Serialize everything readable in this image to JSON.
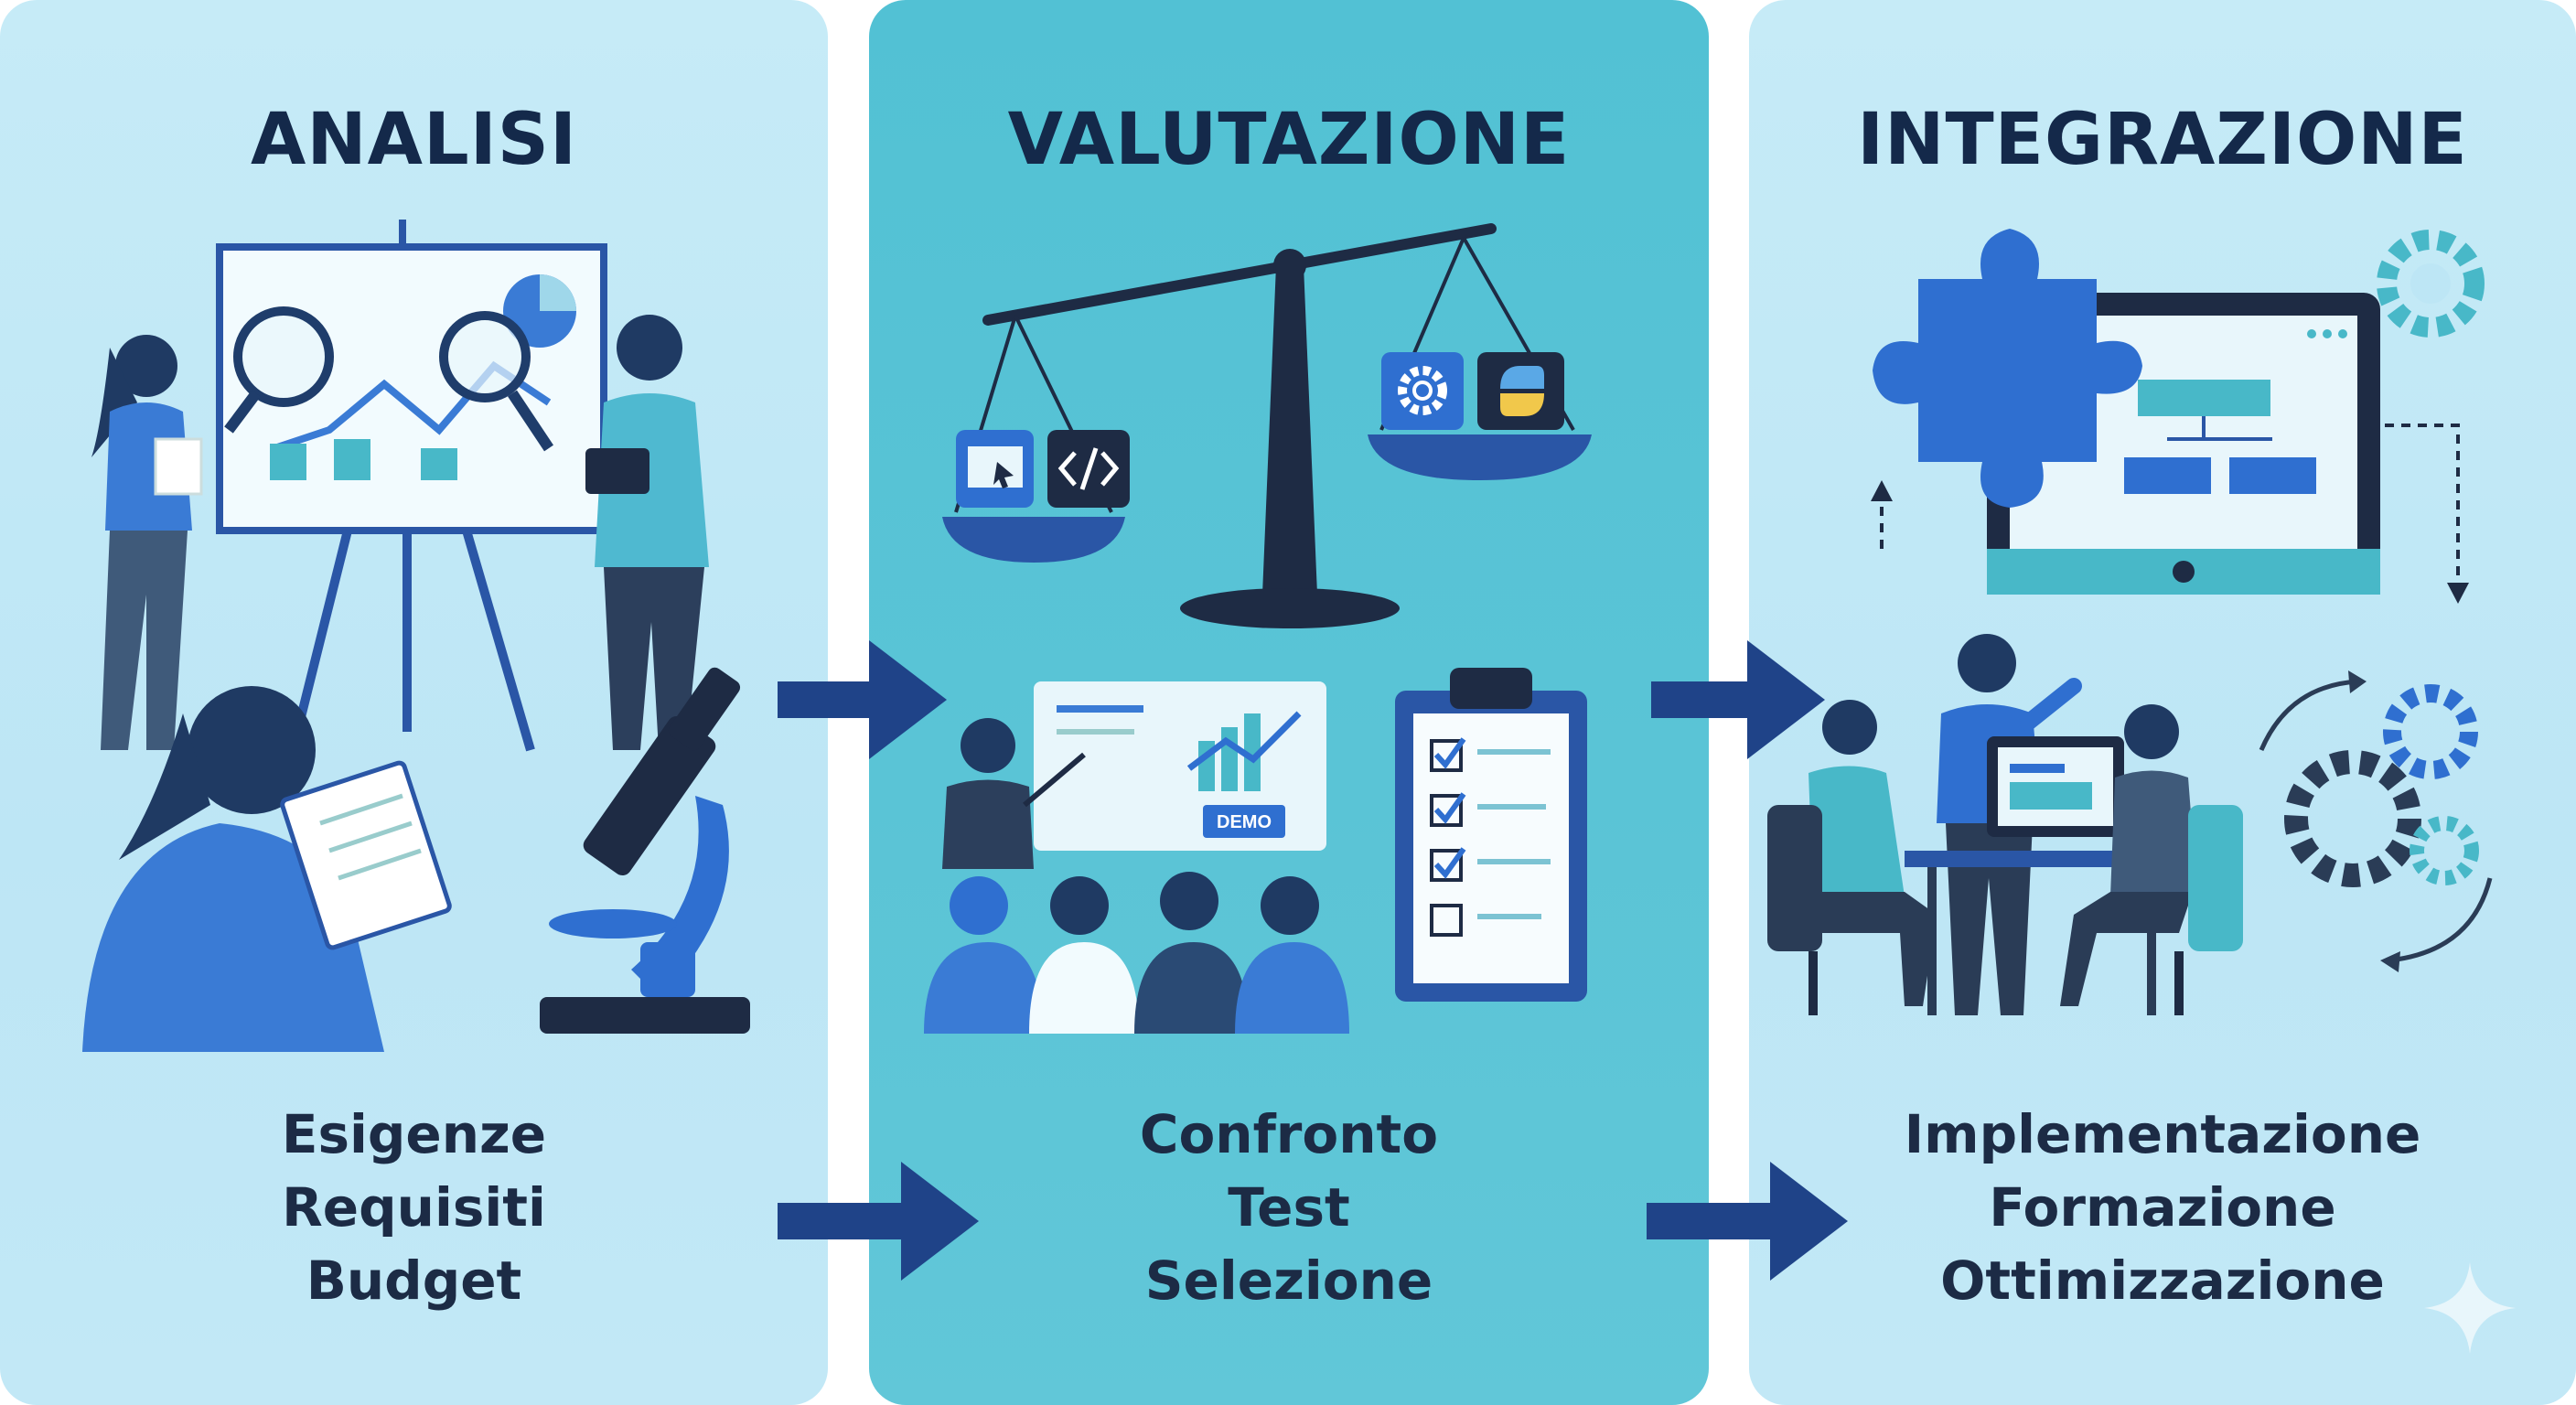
{
  "stages": [
    {
      "title": "ANALISI",
      "items": [
        "Esigenze",
        "Requisiti",
        "Budget"
      ]
    },
    {
      "title": "VALUTAZIONE",
      "items": [
        "Confronto",
        "Test",
        "Selezione"
      ]
    },
    {
      "title": "INTEGRAZIONE",
      "items": [
        "Implementazione",
        "Formazione",
        "Ottimizzazione"
      ]
    }
  ],
  "demo_label": "DEMO",
  "icons": {
    "analisi": [
      "presentation-board-icon",
      "magnifier-icon",
      "team-icon",
      "notepad-icon",
      "microscope-icon"
    ],
    "valutazione": [
      "balance-scale-icon",
      "browser-window-icon",
      "code-icon",
      "gear-icon",
      "python-icon",
      "demo-presentation-icon",
      "checklist-icon"
    ],
    "integrazione": [
      "puzzle-icon",
      "monitor-icon",
      "gears-icon",
      "meeting-icon",
      "cycle-arrows-icon"
    ]
  },
  "colors": {
    "panel_light": "#c2e8f6",
    "panel_teal": "#58c3d5",
    "title_text": "#14294a",
    "arrow": "#1f4388",
    "accent_blue": "#2f6fd0",
    "accent_teal": "#3fb7c6"
  }
}
